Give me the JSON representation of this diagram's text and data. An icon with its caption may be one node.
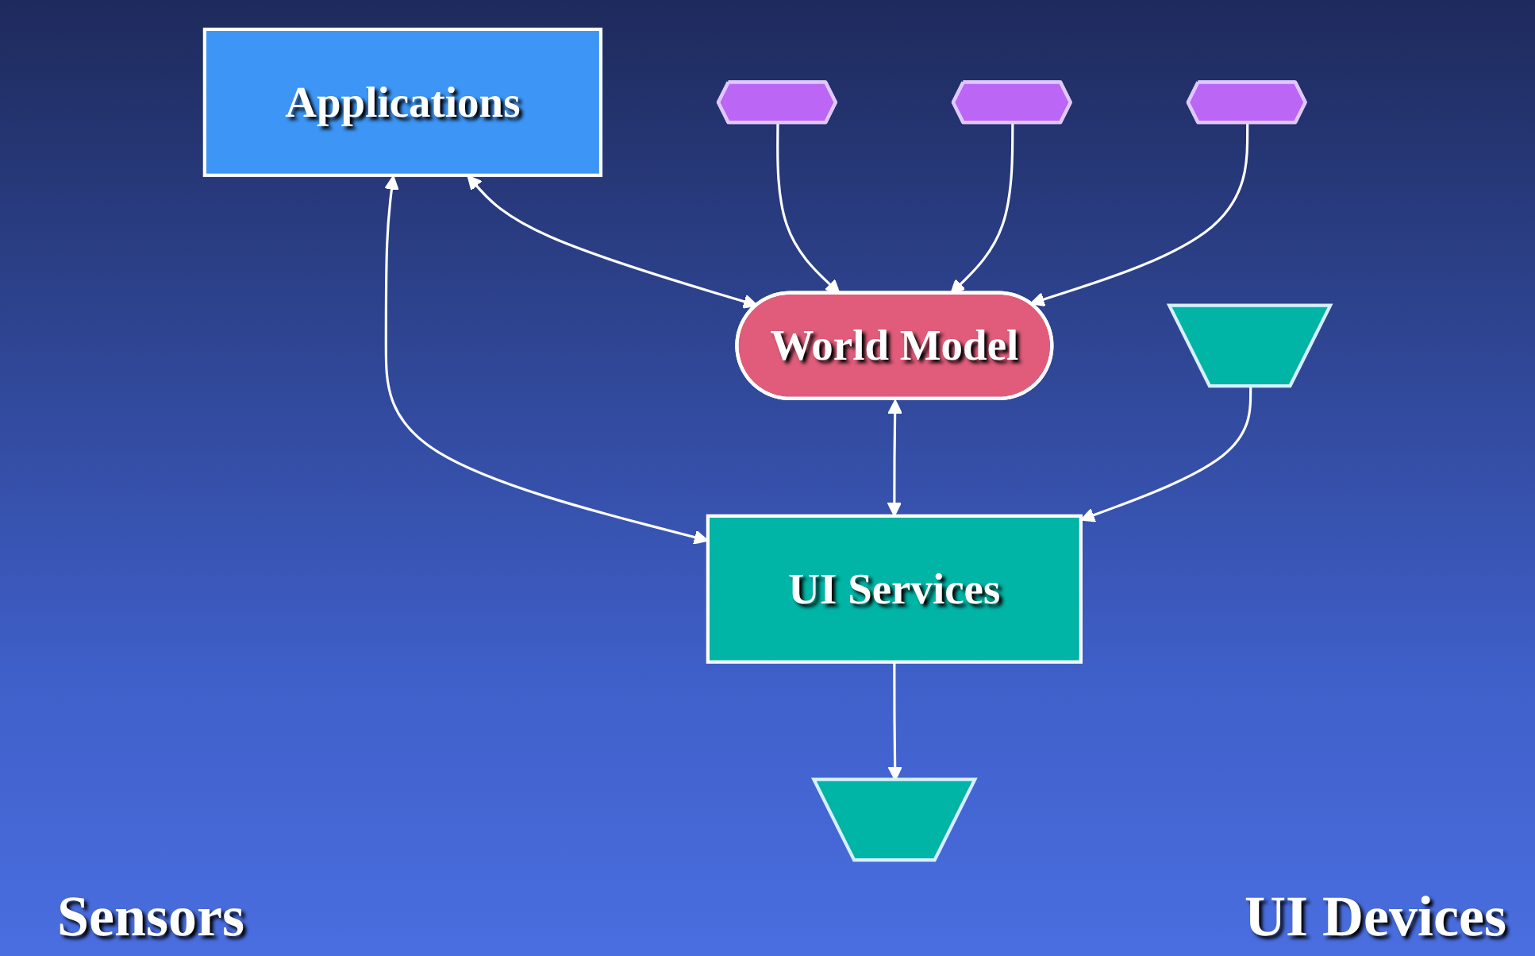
{
  "diagram": {
    "nodes": [
      {
        "text": [
          "Applications"
        ]
      },
      {
        "text": [
          "World Model"
        ]
      },
      {
        "text": [
          "UI Services"
        ]
      },
      {
        "text": [],
        "shape": "hexagon"
      },
      {
        "text": [],
        "shape": "hexagon"
      },
      {
        "text": [],
        "shape": "hexagon"
      },
      {
        "text": [],
        "shape": "trapezoid"
      },
      {
        "text": [],
        "shape": "trapezoid"
      }
    ],
    "edges": [
      {
        "from": 0,
        "to": 1,
        "arrow": "both"
      },
      {
        "from": 0,
        "to": 2,
        "arrow": "both"
      },
      {
        "from": 1,
        "to": 2,
        "arrow": "both"
      },
      {
        "from": 3,
        "to": 1,
        "arrow": "to"
      },
      {
        "from": 4,
        "to": 1,
        "arrow": "to"
      },
      {
        "from": 5,
        "to": 1,
        "arrow": "to"
      },
      {
        "from": 6,
        "to": 2,
        "arrow": "to"
      },
      {
        "from": 2,
        "to": 7,
        "arrow": "to"
      }
    ],
    "labels": [
      "Sensors",
      "UI Devices"
    ]
  }
}
